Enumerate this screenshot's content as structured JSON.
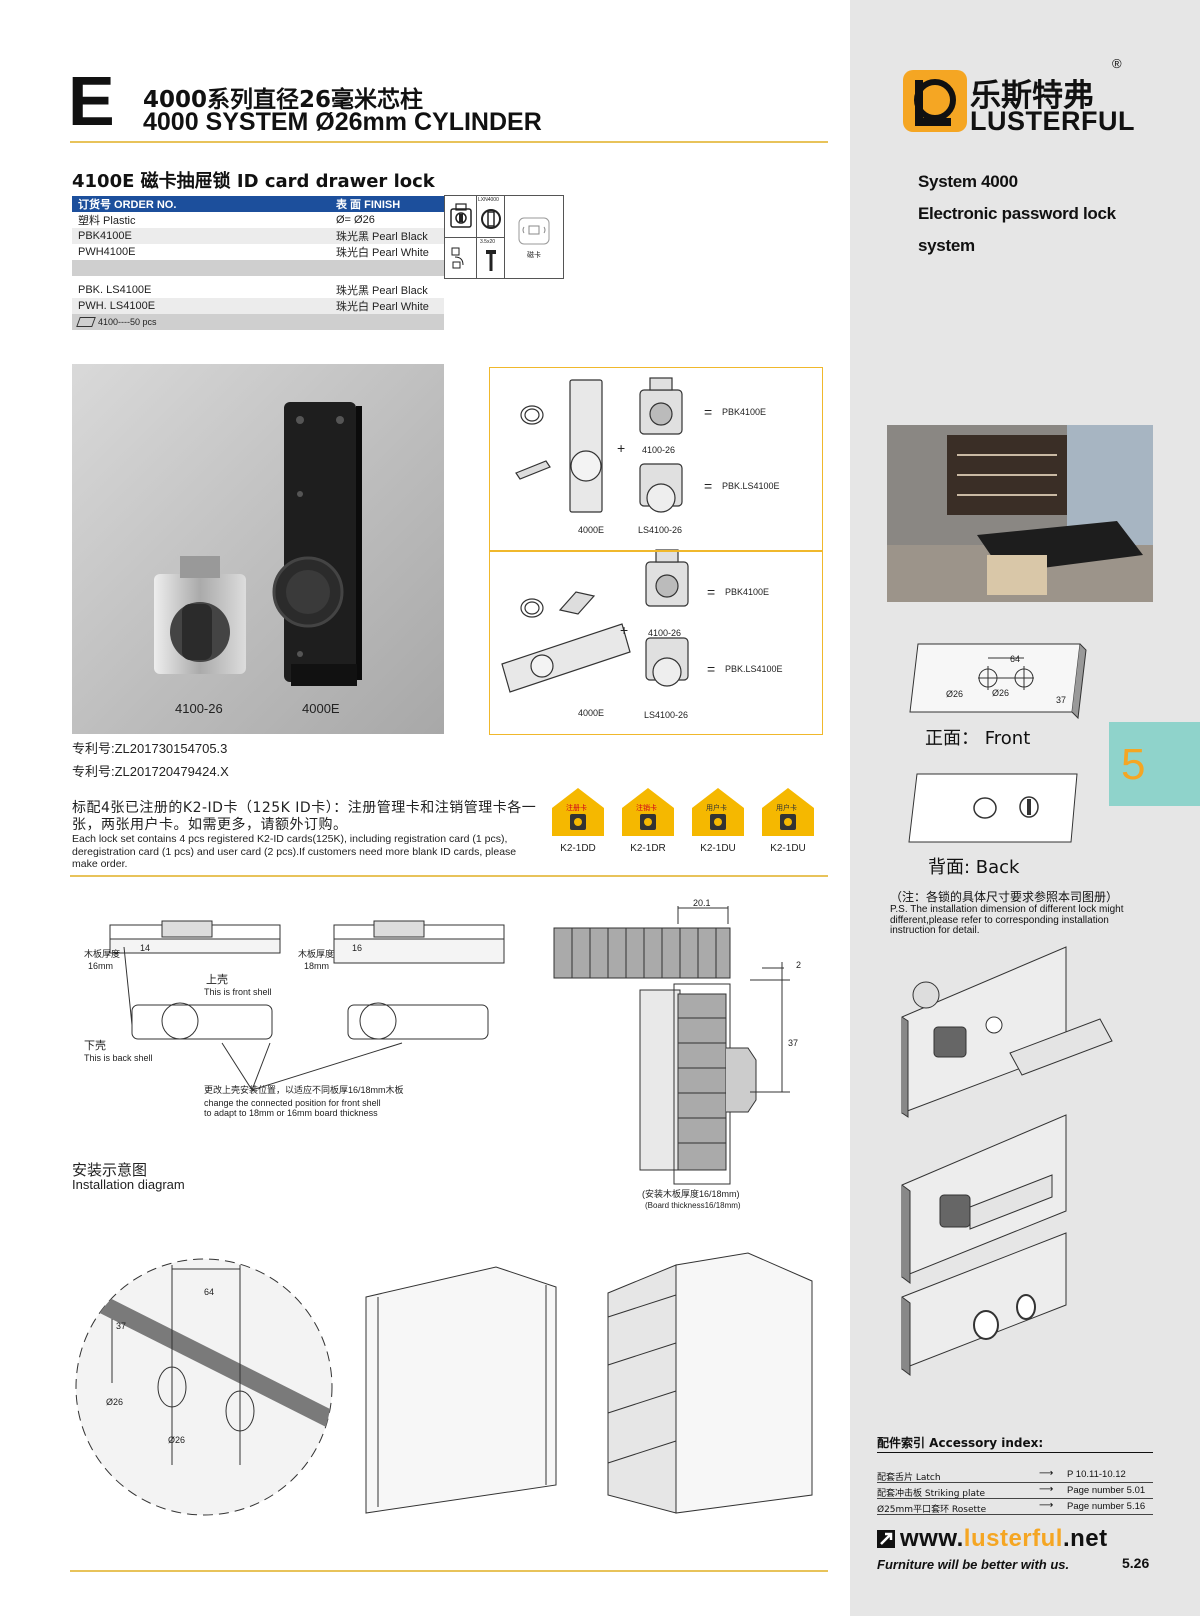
{
  "header": {
    "section_letter": "E",
    "title_cn": "4000系列直径26毫米芯柱",
    "title_en": "4000 SYSTEM Ø26mm CYLINDER"
  },
  "product": {
    "title": "4100E 磁卡抽屉锁 ID  card drawer lock"
  },
  "order_table": {
    "col_order": "订货号 ORDER NO.",
    "col_finish": "表  面 FINISH",
    "rows1": [
      {
        "order": "塑料  Plastic",
        "finish": "Ø=     Ø26"
      },
      {
        "order": "PBK4100E",
        "finish": "珠光黑 Pearl Black"
      },
      {
        "order": "PWH4100E",
        "finish": "珠光白 Pearl White"
      }
    ],
    "rows2": [
      {
        "order": "PBK. LS4100E",
        "finish": "珠光黑 Pearl Black"
      },
      {
        "order": "PWH. LS4100E",
        "finish": "珠光白 Pearl White"
      }
    ],
    "packing": "4100----50 pcs"
  },
  "icon_box": {
    "code": "LXN4000",
    "screw": "3.5x20",
    "card": "磁卡"
  },
  "photo": {
    "label_left": "4100-26",
    "label_right": "4000E"
  },
  "patents": [
    "专利号:ZL201730154705.3",
    "专利号:ZL201720479424.X"
  ],
  "assembly": {
    "top": {
      "part_a": "4000E",
      "part_b": "4100-26",
      "part_c": "LS4100-26",
      "result_a": "PBK4100E",
      "result_b": "PBK.LS4100E"
    },
    "bottom": {
      "part_a": "4000E",
      "part_b": "4100-26",
      "part_c": "LS4100-26",
      "result_a": "PBK4100E",
      "result_b": "PBK.LS4100E"
    }
  },
  "cards": {
    "text_cn": "标配4张已注册的K2-ID卡（125K ID卡）：注册管理卡和注销管理卡各一张，两张用户卡。如需更多，请额外订购。",
    "text_en": "Each lock set contains 4 pcs registered K2-ID cards(125K), including registration card (1 pcs), deregistration card (1 pcs) and user card (2 pcs).If customers need more blank ID cards, please make order.",
    "items": [
      {
        "label": "K2-1DD",
        "tag": "注册卡"
      },
      {
        "label": "K2-1DR",
        "tag": "注销卡"
      },
      {
        "label": "K2-1DU",
        "tag": "用户卡"
      },
      {
        "label": "K2-1DU",
        "tag": "用户卡"
      }
    ]
  },
  "shell_diagram": {
    "board_16_cn": "木板厚度",
    "board_16_val": "16mm",
    "dim_14": "14",
    "board_18_cn": "木板厚度",
    "board_18_val": "18mm",
    "dim_16": "16",
    "front_cn": "上壳",
    "front_en": "This is front shell",
    "back_cn": "下壳",
    "back_en": "This is back shell",
    "note_cn": "更改上壳安装位置，以适应不同板厚16/18mm木板",
    "note_en1": "change the connected position for front shell",
    "note_en2": "to adapt to 18mm or 16mm board thickness"
  },
  "section_diagram": {
    "dim_width": "20.1",
    "dim_top": "2",
    "dim_height": "37",
    "caption_cn": "(安装木板厚度16/18mm)",
    "caption_en": "(Board thickness16/18mm)"
  },
  "install": {
    "title_cn": "安装示意图",
    "title_en": "Installation diagram",
    "dim_64": "64",
    "dim_37": "37",
    "dia_1": "Ø26",
    "dia_2": "Ø26"
  },
  "sidebar": {
    "brand_cn": "乐斯特弗",
    "brand_en": "LUSTERFUL",
    "reg": "®",
    "system_lines": [
      "System 4000",
      "Electronic password lock",
      "system"
    ],
    "page_tab": "5",
    "front_label": "正面：  Front",
    "front_dims": {
      "w": "64",
      "d1": "Ø26",
      "d2": "Ø26",
      "h": "37"
    },
    "back_label": "背面: Back",
    "note_cn": "（注：各锁的具体尺寸要求参照本司图册）",
    "note_en": "P.S. The installation dimension of different lock might different,please refer to corresponding installation instruction for detail.",
    "accessory_title": "配件索引 Accessory index:",
    "accessory": [
      {
        "name": "配套舌片 Latch",
        "page": "P 10.11-10.12"
      },
      {
        "name": "配套冲击板 Striking plate",
        "page": "Page number 5.01"
      },
      {
        "name": "Ø25mm平口套环 Rosette",
        "page": "Page number 5.16"
      }
    ],
    "arrow": "⟶",
    "website_pre": "www.",
    "website_hl": "lusterful",
    "website_post": ".net",
    "slogan": "Furniture will be better with us.",
    "page_number": "5.26"
  },
  "colors": {
    "accent": "#f0b82c",
    "table_head": "#1c4f9c",
    "tab": "#8fd3cb",
    "tab_text": "#f5a623",
    "card": "#f5b800"
  }
}
